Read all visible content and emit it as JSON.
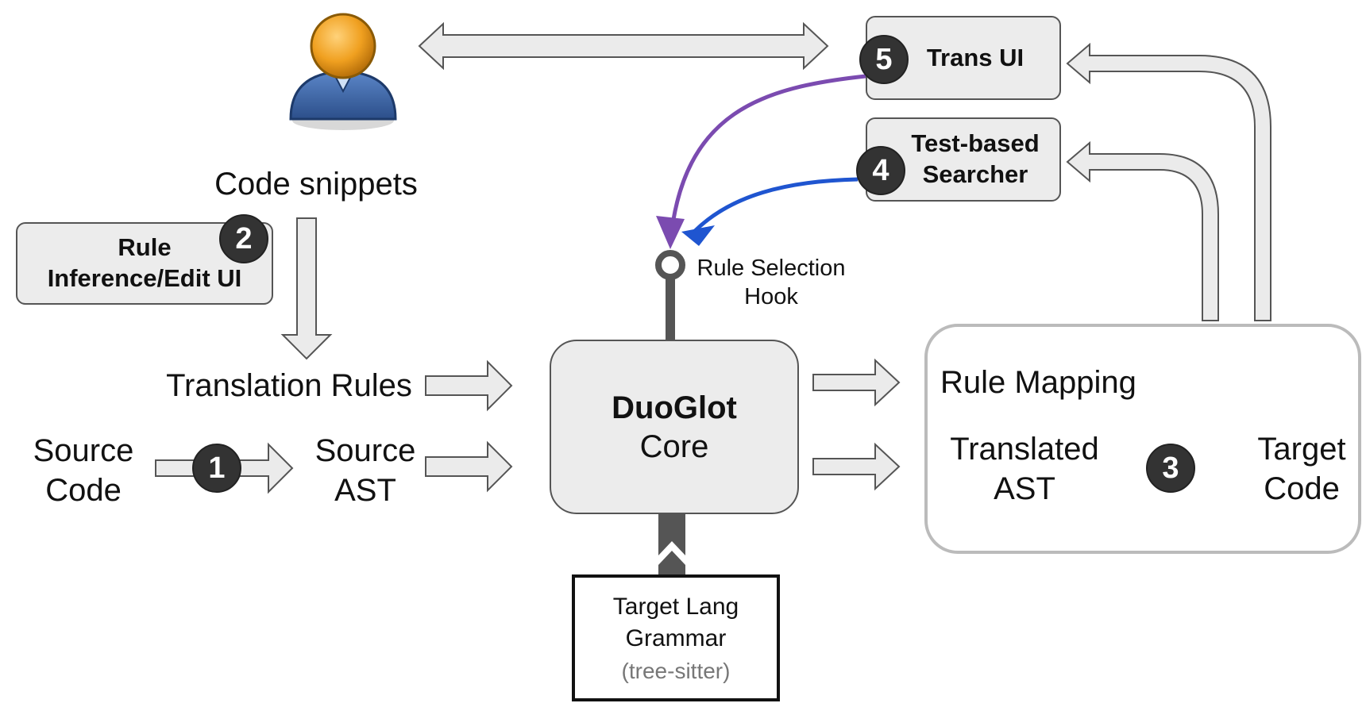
{
  "user": {
    "icon": "user-avatar-icon"
  },
  "labels": {
    "code_snippets": "Code snippets",
    "translation_rules": "Translation Rules",
    "source_code": [
      "Source",
      "Code"
    ],
    "source_ast": [
      "Source",
      "AST"
    ],
    "rule_selection_hook": [
      "Rule Selection",
      "Hook"
    ]
  },
  "core": {
    "title": "DuoGlot",
    "subtitle": "Core"
  },
  "grammar": {
    "line1": "Target Lang",
    "line2": "Grammar",
    "line3": "(tree-sitter)"
  },
  "mapping": {
    "title": "Rule Mapping",
    "translated_ast": [
      "Translated",
      "AST"
    ],
    "target_code": [
      "Target",
      "Code"
    ]
  },
  "ui": {
    "rule_inference": [
      "Rule",
      "Inference/Edit UI"
    ],
    "trans_ui": "Trans UI",
    "searcher": [
      "Test-based",
      "Searcher"
    ]
  },
  "badges": {
    "b1": "1",
    "b2": "2",
    "b3": "3",
    "b4": "4",
    "b5": "5"
  },
  "colors": {
    "purple_arrow": "#7b4bb0",
    "blue_arrow": "#1f55d0",
    "box_fill": "#ececec",
    "arrow_fill": "#ebebeb"
  }
}
